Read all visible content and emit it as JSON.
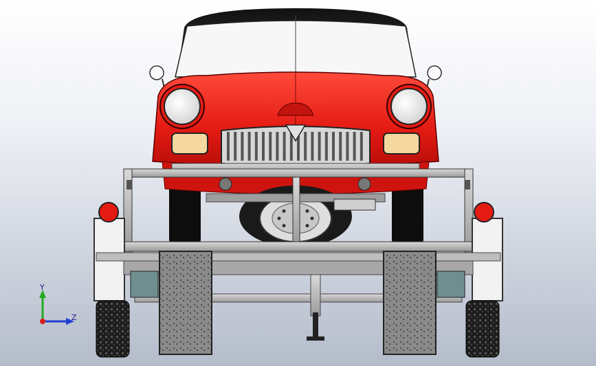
{
  "app": {
    "view_kind": "3D model viewport"
  },
  "triad": {
    "y_label": "Y",
    "z_label": "Z",
    "colors": {
      "y": "#22aa22",
      "z": "#1f3fd6",
      "origin": "#d62020"
    }
  },
  "colors": {
    "background_top": "#ffffff",
    "background_bottom": "#b4bccb",
    "car_body": "#e41b13",
    "roof": "#2b2b2b",
    "windshield": "#f7f7f7",
    "frame": "#8c8c8c",
    "ramp": "#7a7a7a"
  },
  "icons": {
    "car_model": "car-on-trailer-model",
    "triad": "coordinate-triad-icon"
  }
}
